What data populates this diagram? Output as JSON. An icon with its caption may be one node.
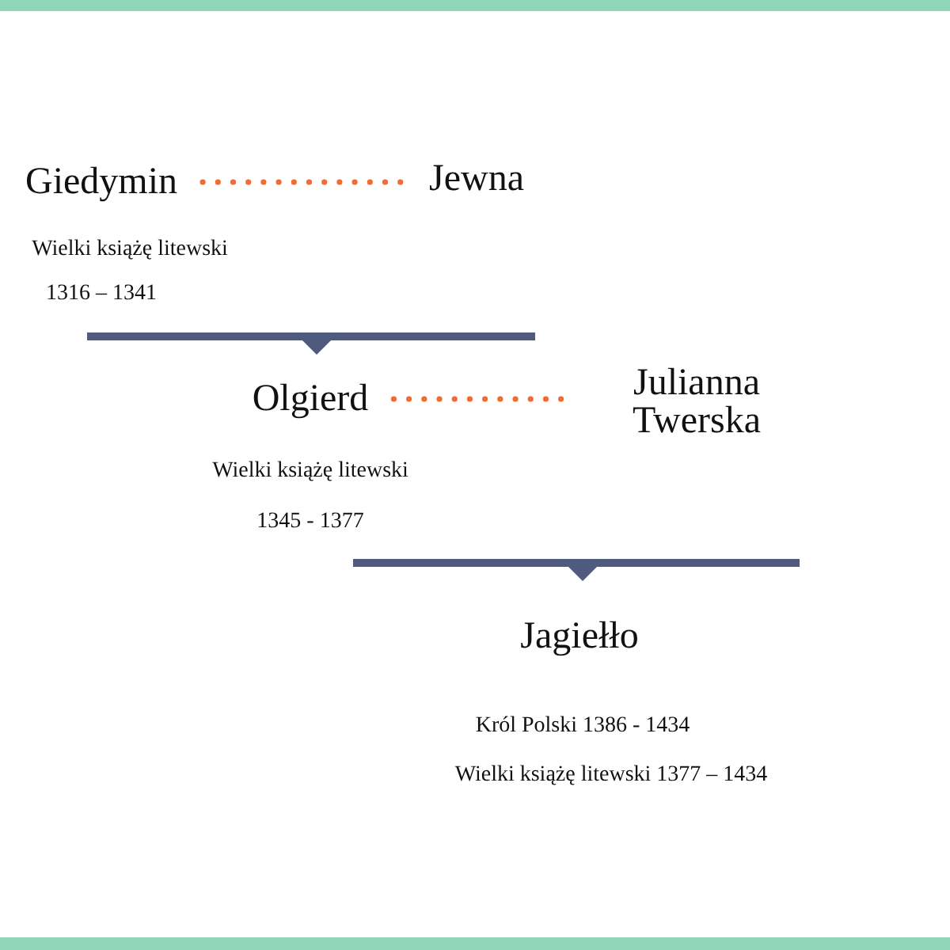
{
  "diagram": {
    "nodes": [
      {
        "text": [
          "Giedymin"
        ],
        "beside": [
          "Wielki książę litewski",
          "1316 – 1341"
        ]
      },
      {
        "text": [
          "Jewna"
        ]
      },
      {
        "text": [
          "Olgierd"
        ],
        "beside": [
          "Wielki książę litewski",
          "1345 - 1377"
        ]
      },
      {
        "text": [
          "Julianna Twerska"
        ]
      },
      {
        "text": [
          "Jagiełło"
        ],
        "beside": [
          "Król Polski 1386 - 1434",
          "Wielki książę litewski 1377 – 1434"
        ]
      }
    ],
    "edges": [
      {
        "from": 0,
        "to": 1,
        "arrow": "none",
        "style": "dashed",
        "color": "#f26b32"
      },
      {
        "from": 2,
        "to": 3,
        "arrow": "none",
        "style": "dashed",
        "color": "#f26b32"
      }
    ]
  }
}
